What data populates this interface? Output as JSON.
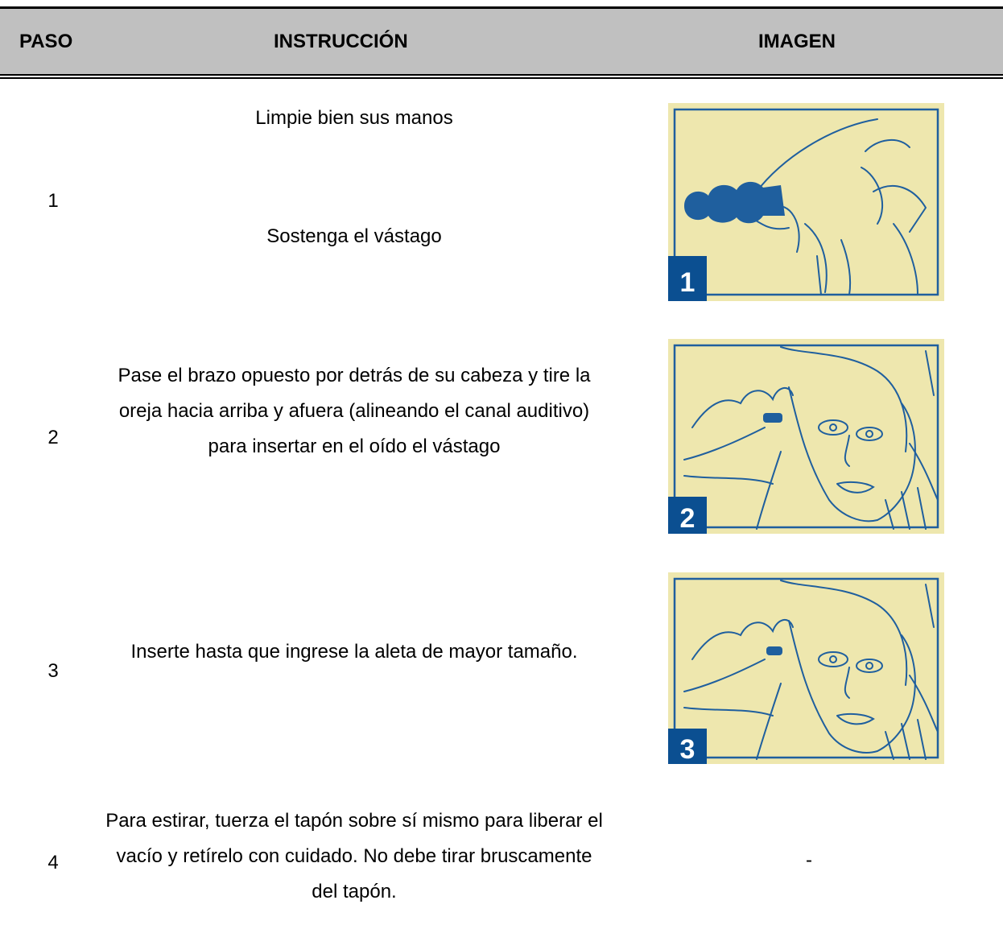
{
  "table": {
    "headers": {
      "paso": "PASO",
      "instruccion": "INSTRUCCIÓN",
      "imagen": "IMAGEN"
    },
    "rows": [
      {
        "paso": "1",
        "instructions": [
          "Limpie bien sus manos",
          "Sostenga el vástago"
        ],
        "image": {
          "badge": "1",
          "icon": "earplug-hold-illustration"
        }
      },
      {
        "paso": "2",
        "instruction": "Pase el brazo opuesto por detrás de su cabeza y tire la oreja hacia arriba y afuera (alineando el canal auditivo) para insertar en el oído el vástago",
        "image": {
          "badge": "2",
          "icon": "pull-ear-insert-illustration"
        }
      },
      {
        "paso": "3",
        "instruction": "Inserte hasta que ingrese la aleta de mayor tamaño.",
        "image": {
          "badge": "3",
          "icon": "insert-earplug-illustration"
        }
      },
      {
        "paso": "4",
        "instruction": "Para estirar, tuerza el tapón sobre sí mismo para liberar el vacío y retírelo con cuidado. No debe tirar bruscamente del tapón.",
        "image_text": "-"
      }
    ]
  },
  "colors": {
    "header_bg": "#c0c0c0",
    "illustration_bg": "#eee7ae",
    "illustration_line": "#1f5f9e",
    "badge_bg": "#0b4f91"
  }
}
